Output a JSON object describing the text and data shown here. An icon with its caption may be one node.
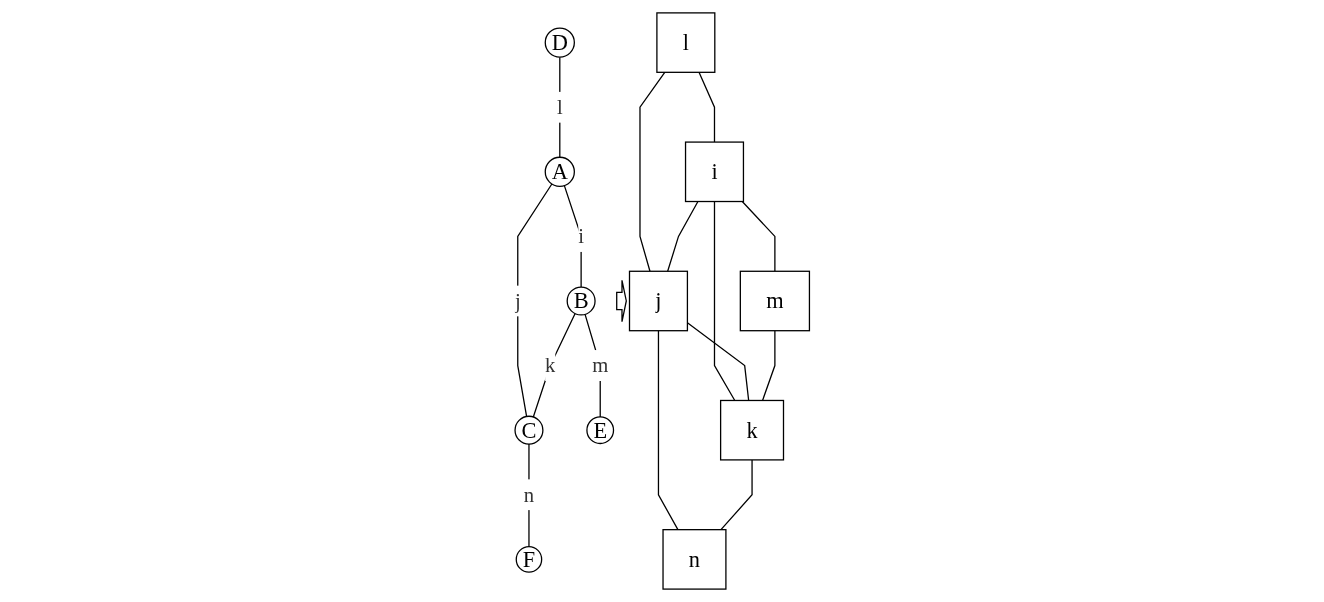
{
  "diagram": {
    "nodes": [
      {
        "text": [
          "D"
        ]
      },
      {
        "text": [
          "A"
        ]
      },
      {
        "text": [
          "B"
        ]
      },
      {
        "text": [
          "C"
        ]
      },
      {
        "text": [
          "E"
        ]
      },
      {
        "text": [
          "F"
        ]
      },
      {
        "text": [
          "l"
        ]
      },
      {
        "text": [
          "i"
        ]
      },
      {
        "text": [
          "j"
        ]
      },
      {
        "text": [
          "m"
        ]
      },
      {
        "text": [
          "k"
        ]
      },
      {
        "text": [
          "n"
        ]
      }
    ],
    "edges": [
      {
        "from": 0,
        "to": 1,
        "arrow": "none",
        "label": "l"
      },
      {
        "from": 1,
        "to": 2,
        "arrow": "none",
        "label": "i"
      },
      {
        "from": 1,
        "to": 3,
        "arrow": "none",
        "label": "j"
      },
      {
        "from": 2,
        "to": 3,
        "arrow": "none",
        "label": "k"
      },
      {
        "from": 2,
        "to": 4,
        "arrow": "none",
        "label": "m"
      },
      {
        "from": 3,
        "to": 5,
        "arrow": "none",
        "label": "n"
      },
      {
        "from": 6,
        "to": 7,
        "arrow": "none"
      },
      {
        "from": 6,
        "to": 8,
        "arrow": "none"
      },
      {
        "from": 7,
        "to": 8,
        "arrow": "none"
      },
      {
        "from": 7,
        "to": 9,
        "arrow": "none"
      },
      {
        "from": 7,
        "to": 10,
        "arrow": "none"
      },
      {
        "from": 8,
        "to": 10,
        "arrow": "none"
      },
      {
        "from": 8,
        "to": 11,
        "arrow": "none"
      },
      {
        "from": 9,
        "to": 10,
        "arrow": "none"
      },
      {
        "from": 10,
        "to": 11,
        "arrow": "none"
      }
    ]
  }
}
